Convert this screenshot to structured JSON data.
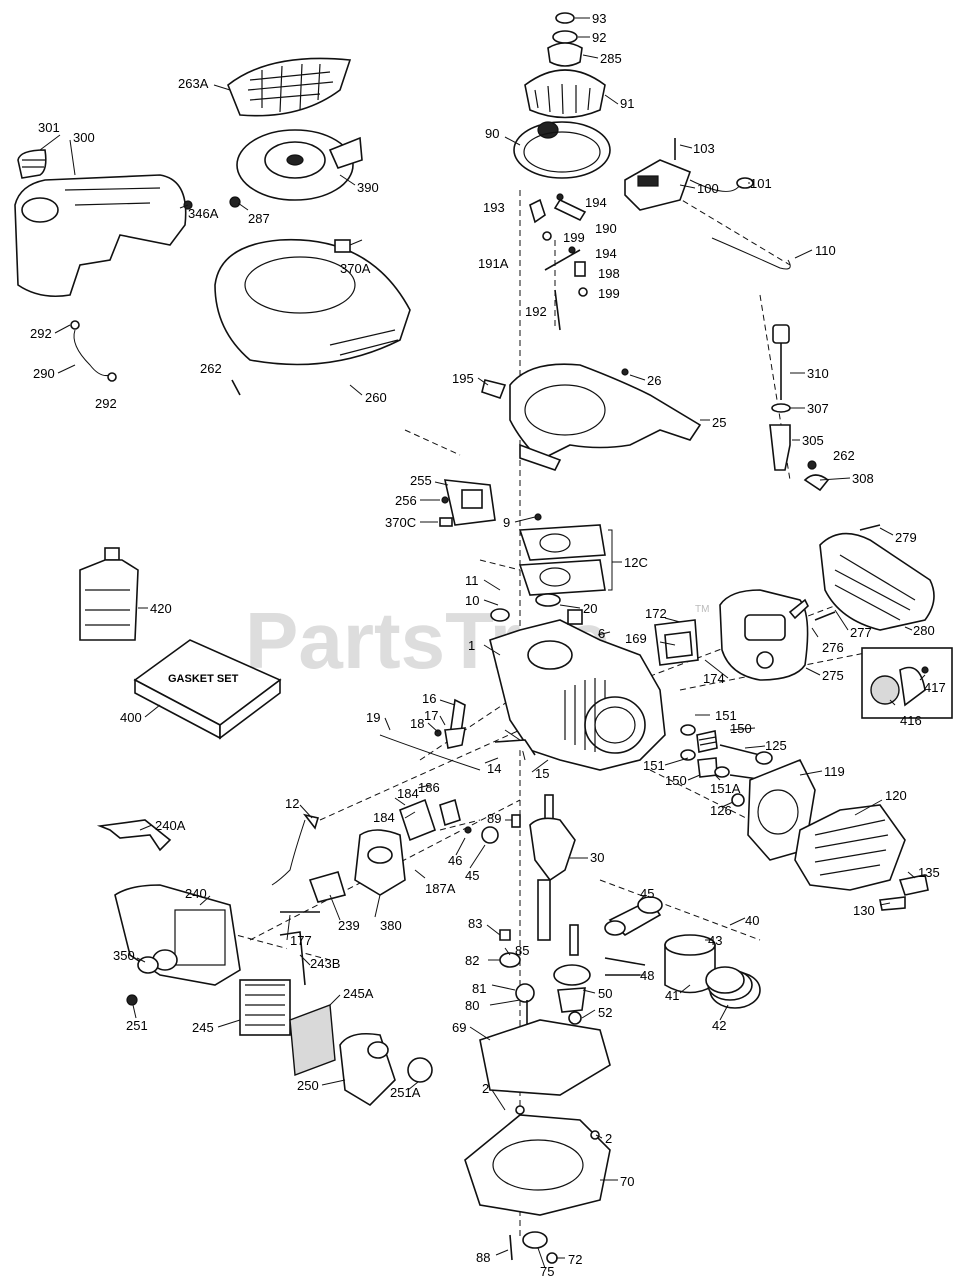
{
  "diagram": {
    "watermark": "PartsTree",
    "watermark_tm": "TM",
    "gasket_box_text": "GASKET SET",
    "labels": {
      "l93": "93",
      "l92": "92",
      "l285": "285",
      "l91": "91",
      "l90": "90",
      "l103": "103",
      "l100": "100",
      "l101": "101",
      "l110": "110",
      "l194a": "194",
      "l193": "193",
      "l190": "190",
      "l199a": "199",
      "l191a": "191A",
      "l194b": "194",
      "l198": "198",
      "l199b": "199",
      "l192": "192",
      "l263a": "263A",
      "l301": "301",
      "l300": "300",
      "l346a": "346A",
      "l287": "287",
      "l390": "390",
      "l370a": "370A",
      "l292a": "292",
      "l290": "290",
      "l292b": "292",
      "l262a": "262",
      "l260": "260",
      "l195": "195",
      "l26": "26",
      "l25": "25",
      "l310": "310",
      "l307": "307",
      "l305": "305",
      "l262b": "262",
      "l308": "308",
      "l255": "255",
      "l256": "256",
      "l370c": "370C",
      "l9": "9",
      "l12c": "12C",
      "l279": "279",
      "l420": "420",
      "l11": "11",
      "l10": "10",
      "l20": "20",
      "l172": "172",
      "l6": "6",
      "l169": "169",
      "l277": "277",
      "l276": "276",
      "l280": "280",
      "l1": "1",
      "l174": "174",
      "l275": "275",
      "l417": "417",
      "l416": "416",
      "l400": "400",
      "l16": "16",
      "l17": "17",
      "l18": "18",
      "l19": "19",
      "l151a": "151",
      "l150a": "150",
      "l125": "125",
      "l151b": "151",
      "l150b": "150",
      "l151c": "151A",
      "l126": "126",
      "l119": "119",
      "l120": "120",
      "l14": "14",
      "l15": "15",
      "l186": "186",
      "l184a": "184",
      "l184b": "184",
      "l89": "89",
      "l12": "12",
      "l240a": "240A",
      "l46": "46",
      "l45a": "45",
      "l30": "30",
      "l187a": "187A",
      "l135": "135",
      "l130": "130",
      "l45b": "45",
      "l40": "40",
      "l240": "240",
      "l177": "177",
      "l239": "239",
      "l380": "380",
      "l83": "83",
      "l43": "43",
      "l85": "85",
      "l82": "82",
      "l243b": "243B",
      "l350": "350",
      "l48": "48",
      "l81": "81",
      "l50": "50",
      "l41": "41",
      "l80": "80",
      "l52": "52",
      "l42": "42",
      "l245a": "245A",
      "l251": "251",
      "l245": "245",
      "l69": "69",
      "l250": "250",
      "l251a": "251A",
      "l2a": "2",
      "l2b": "2",
      "l70": "70",
      "l88": "88",
      "l72": "72",
      "l75": "75"
    }
  }
}
